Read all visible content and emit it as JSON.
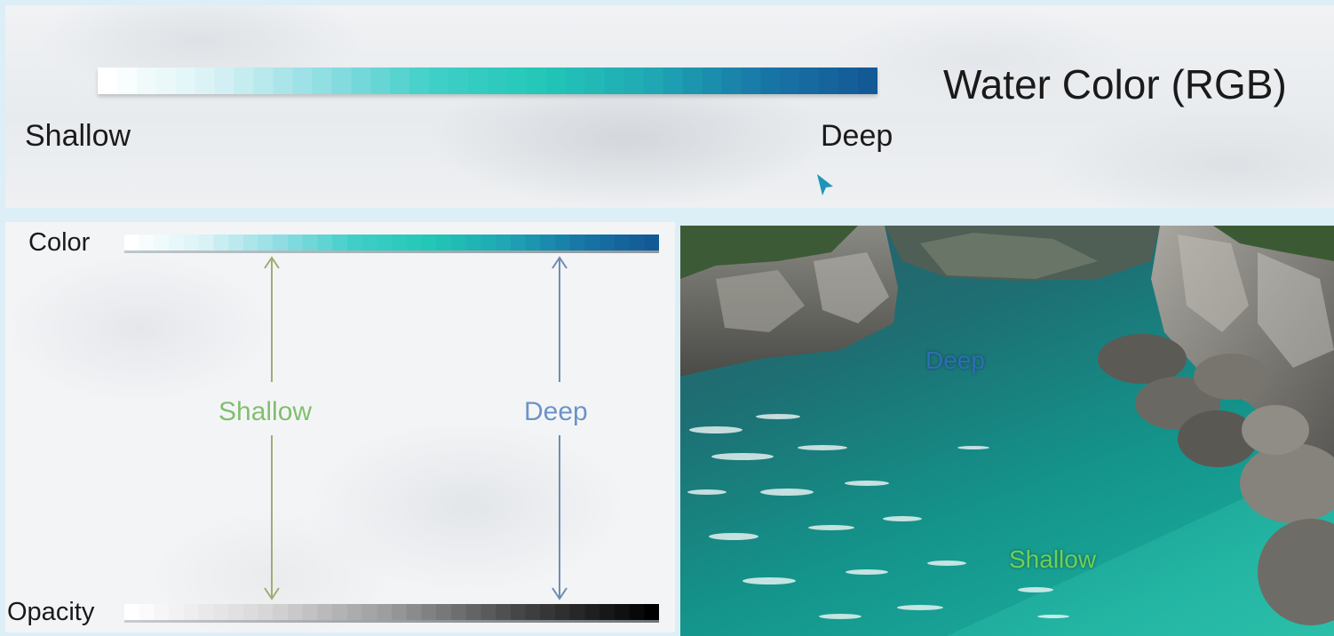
{
  "top": {
    "title": "Water Color (RGB)",
    "shallow_label": "Shallow",
    "deep_label": "Deep"
  },
  "mapping": {
    "color_label": "Color",
    "opacity_label": "Opacity",
    "shallow_label": "Shallow",
    "deep_label": "Deep"
  },
  "photo": {
    "deep_label": "Deep",
    "shallow_label": "Shallow"
  },
  "colors": {
    "water_gradient": [
      "#ffffff",
      "#d8f2f5",
      "#8fdde3",
      "#3fcfc8",
      "#23c7b7",
      "#1fa8b4",
      "#1878a8",
      "#135996"
    ],
    "opacity_gradient": [
      "#ffffff",
      "#d9d9d9",
      "#9a9a9a",
      "#444444",
      "#000000"
    ],
    "shallow_arrow": "#a0ac72",
    "deep_arrow": "#6d8db0",
    "photo_deep_text": "#2f6db5",
    "photo_shallow_text": "#6fcf59"
  },
  "icons": [
    "cursor-arrow-icon",
    "double-arrow-icon"
  ]
}
